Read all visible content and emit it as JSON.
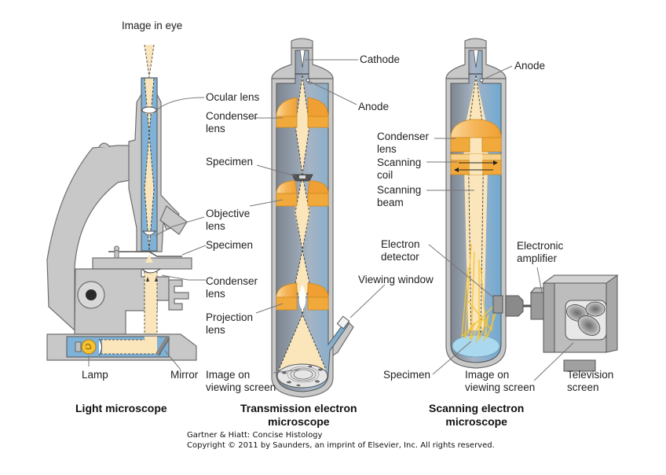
{
  "colors": {
    "body_gray": "#c8c8c8",
    "body_outline": "#6e6e6e",
    "tube_blue": "#7fb2d8",
    "vacuum_dark": "#8a93a0",
    "beam_cream": "#fbe6bb",
    "lens_orange": "#f2a93b",
    "lens_light": "#f8cf86",
    "specimen_blue": "#a9d8ef",
    "leader_gray": "#777777"
  },
  "light_microscope": {
    "title": "Light microscope",
    "labels": {
      "image_in_eye": "Image in eye",
      "ocular_lens": "Ocular lens",
      "objective_lens": "Objective\nlens",
      "specimen": "Specimen",
      "condenser_lens": "Condenser\nlens",
      "lamp": "Lamp",
      "mirror": "Mirror"
    }
  },
  "tem": {
    "title": "Transmission electron\nmicroscope",
    "labels": {
      "cathode": "Cathode",
      "anode": "Anode",
      "condenser_lens": "Condenser\nlens",
      "specimen": "Specimen",
      "projection_lens": "Projection\nlens",
      "viewing_window": "Viewing window",
      "image_on_viewing_screen": "Image on\nviewing screen"
    }
  },
  "sem": {
    "title": "Scanning electron\nmicroscope",
    "labels": {
      "anode": "Anode",
      "condenser_lens": "Condenser\nlens",
      "scanning_coil": "Scanning\ncoil",
      "scanning_beam": "Scanning\nbeam",
      "electron_detector": "Electron\ndetector",
      "electronic_amplifier": "Electronic\namplifier",
      "specimen": "Specimen",
      "image_on_viewing_screen": "Image on\nviewing screen",
      "television_screen": "Television\nscreen"
    }
  },
  "credit": {
    "line1": "Gartner & Hiatt: Concise Histology",
    "line2": "Copyright © 2011 by Saunders, an imprint of Elsevier, Inc. All rights reserved."
  }
}
